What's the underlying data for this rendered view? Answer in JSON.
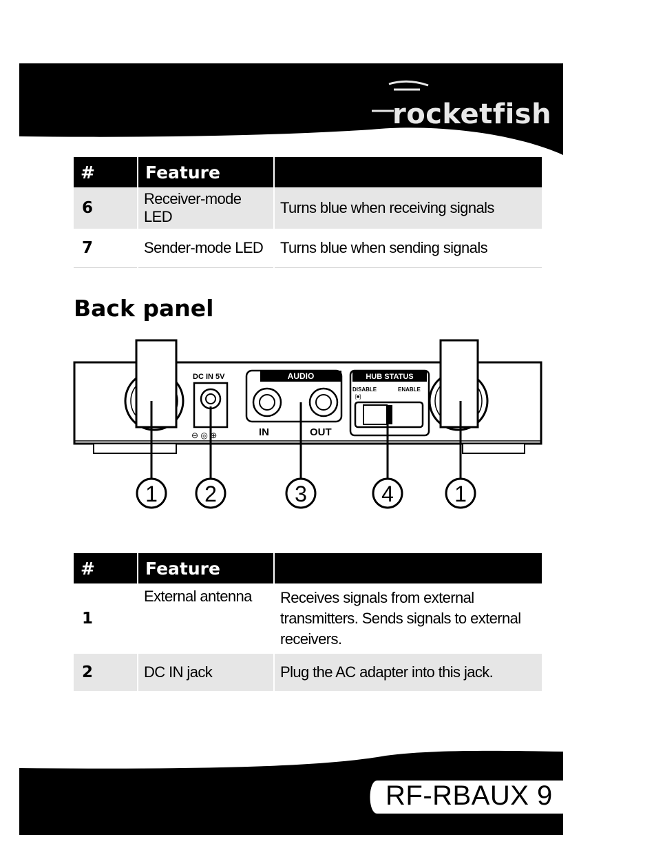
{
  "header": {
    "brand": "rocketfish"
  },
  "table1": {
    "columns": [
      "#",
      "Feature",
      ""
    ],
    "rows": [
      {
        "num": "6",
        "feature": "Receiver-mode LED",
        "desc": "Turns blue when receiving signals"
      },
      {
        "num": "7",
        "feature": "Sender-mode LED",
        "desc": "Turns blue when sending signals"
      }
    ]
  },
  "section": {
    "title": "Back panel"
  },
  "diagram": {
    "labels": {
      "dc_in": "DC IN 5V",
      "audio": "AUDIO",
      "in": "IN",
      "out": "OUT",
      "hub_status": "HUB STATUS",
      "disable": "DISABLE",
      "enable": "ENABLE",
      "disable_sub": "[■]",
      "polarity": "⊖ ◎ ⊕"
    },
    "callouts": [
      "1",
      "2",
      "3",
      "4",
      "1"
    ]
  },
  "table2": {
    "columns": [
      "#",
      "Feature",
      ""
    ],
    "rows": [
      {
        "num": "1",
        "feature": "External antenna",
        "desc": "Receives signals from external transmitters. Sends signals to external receivers."
      },
      {
        "num": "2",
        "feature": "DC IN jack",
        "desc": "Plug the AC adapter into this jack."
      }
    ]
  },
  "footer": {
    "model": "RF-RBAUX",
    "page": "9"
  }
}
